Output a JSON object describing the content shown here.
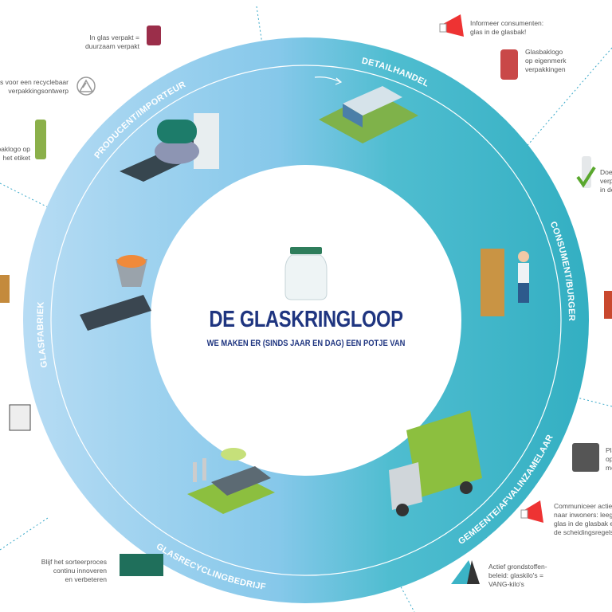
{
  "title": "DE GLASKRINGLOOP",
  "subtitle": "WE MAKEN ER (SINDS JAAR EN DAG) EEN POTJE VAN",
  "colors": {
    "ring_light": "#a9d5f1",
    "ring_teal": "#38b3c6",
    "title": "#1f3580"
  },
  "stages": {
    "glasfabriek": "GLASFABRIEK",
    "producent": "PRODUCENT/IMPORTEUR",
    "detailhandel": "DETAILHANDEL",
    "consument": "CONSUMENT/BURGER",
    "gemeente": "GEMEENTE/AFVALINZAMELAAR",
    "recycling": "GLASRECYCLINGBEDRIJF"
  },
  "notes": {
    "glas_verpakt": "In glas verpakt =\nduurzaam verpakt",
    "recyclebaar": "Kies voor een recyclebaar\nverpakkingsontwerp",
    "etiket": "baklogo op\nhet etiket",
    "informeer": "Informeer consumenten:\nglas in de glasbak!",
    "eigenmerk": "Glasbaklogo\nop eigenmerk\nverpakkingen",
    "doe": "Doe\nverp\nin de",
    "pla": "Pla\nop\nme",
    "communiceer": "Communiceer actief\nnaar inwoners: leeg\nglas in de glasbak en\nde scheidingsregels",
    "grondstoffen": "Actief grondstoffen-\nbeleid: glaskilo's =\nVANG-kilo's",
    "sorteer": "Blijf het sorteerproces\ncontinu innoveren\nen verbeteren"
  }
}
